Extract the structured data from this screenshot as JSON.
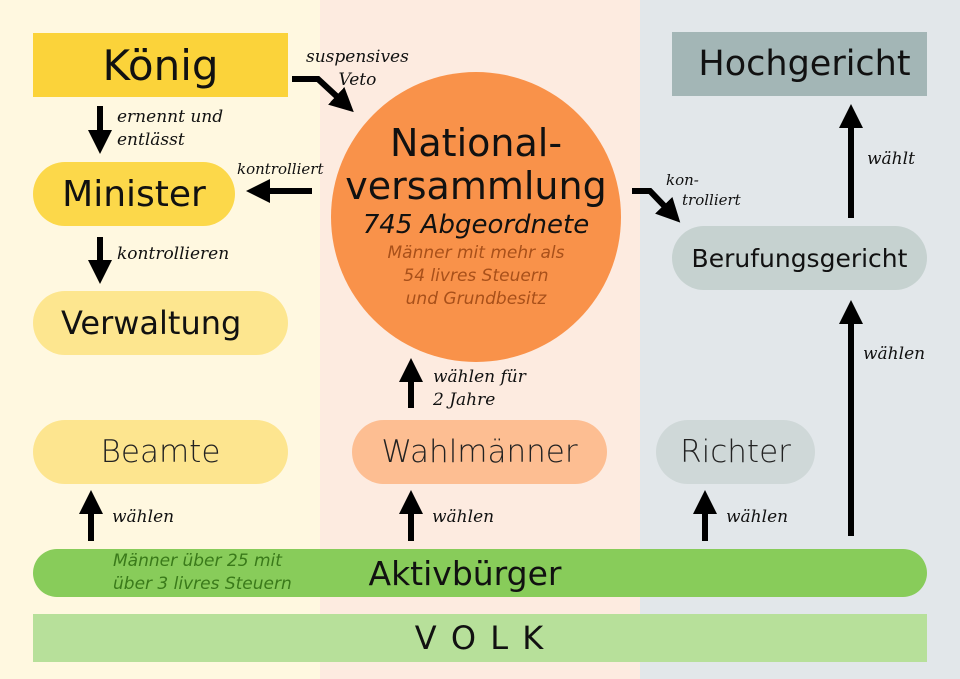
{
  "colors": {
    "col_left": "#fff8e0",
    "col_mid": "#fdebe0",
    "col_right": "#e2e7ea",
    "koenig": "#fbd33a",
    "minister": "#fcd84a",
    "verwaltung": "#fde68f",
    "beamte": "#fde58f",
    "nationalversammlung": "#f9924a",
    "wahlmaenner": "#fdbe92",
    "hochgericht": "#a3b6b6",
    "berufungsgericht": "#c6d2d0",
    "richter": "#cfd8d8",
    "aktivbuerger": "#88cc5a",
    "volk": "#b7e09a"
  },
  "nodes": {
    "koenig": "König",
    "minister": "Minister",
    "verwaltung": "Verwaltung",
    "beamte": "Beamte",
    "nationalversammlung_line1": "National-",
    "nationalversammlung_line2": "versammlung",
    "abgeordnete": "745 Abgeordnete",
    "nv_condition_1": "Männer mit mehr als",
    "nv_condition_2": "54 livres Steuern",
    "nv_condition_3": "und Grundbesitz",
    "wahlmaenner": "Wahlmänner",
    "hochgericht": "Hochgericht",
    "berufungsgericht": "Berufungsgericht",
    "richter": "Richter",
    "aktivbuerger": "Aktivbürger",
    "aktiv_condition_1": "Männer über 25 mit",
    "aktiv_condition_2": "über 3 livres Steuern",
    "volk": "V O L K"
  },
  "edges": {
    "veto_1": "suspensives",
    "veto_2": "Veto",
    "ernennt_1": "ernennt und",
    "ernennt_2": "entlässt",
    "kontrolliert_minister": "kontrolliert",
    "kontrollieren": "kontrollieren",
    "kontrolliert_gericht_1": "kon-",
    "kontrolliert_gericht_2": "trolliert",
    "waehlt": "wählt",
    "waehlen_berufung": "wählen",
    "waehlen_fuer_1": "wählen für",
    "waehlen_fuer_2": "2 Jahre",
    "waehlen_beamte": "wählen",
    "waehlen_wahlmaenner": "wählen",
    "waehlen_richter": "wählen"
  }
}
